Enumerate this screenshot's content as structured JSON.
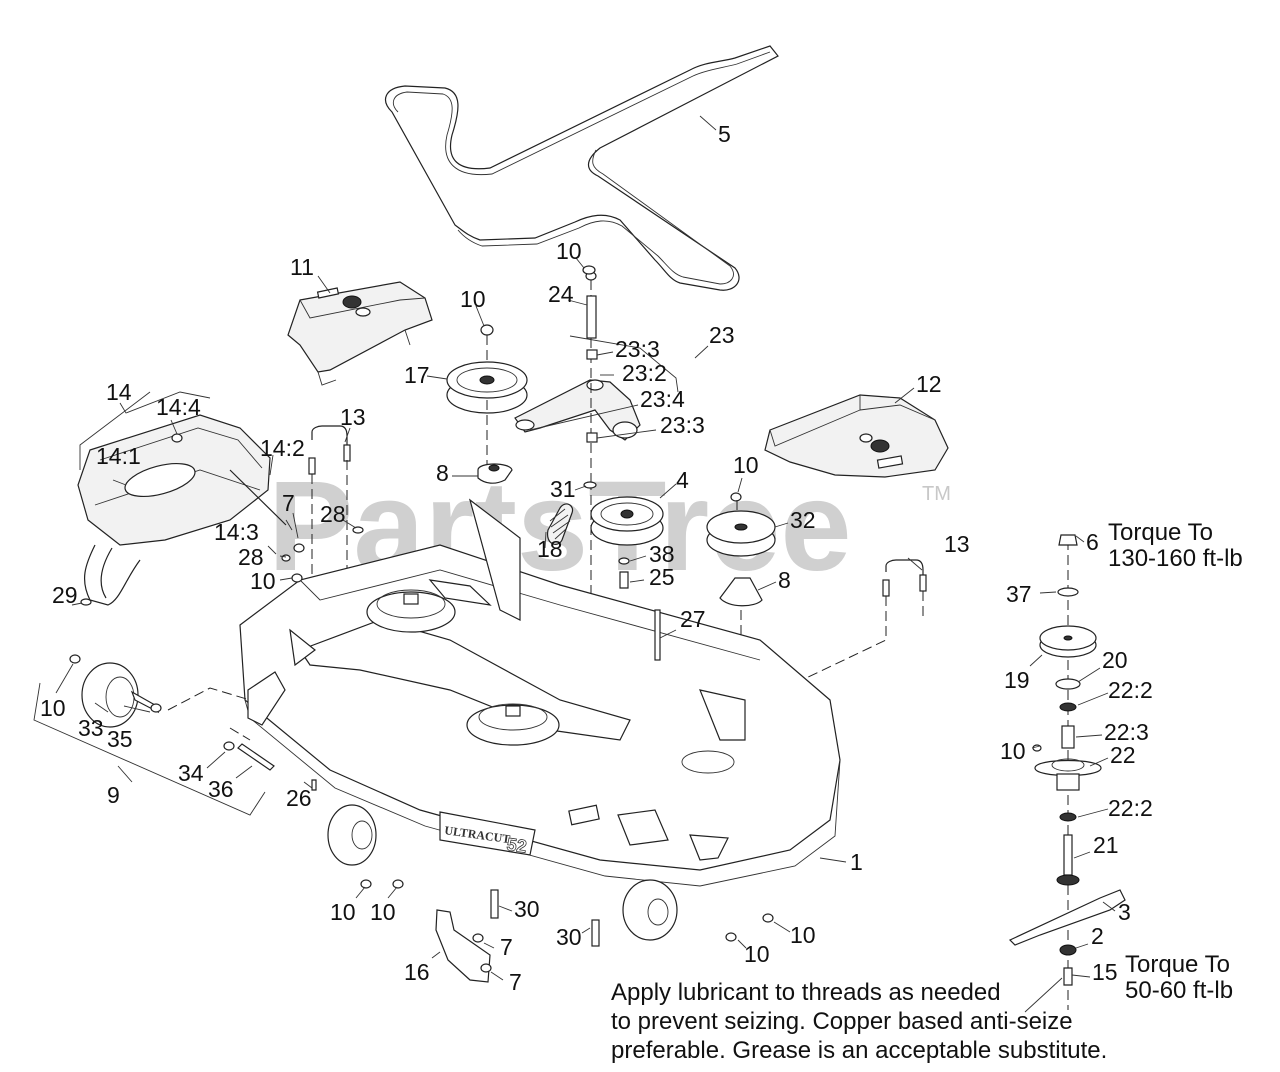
{
  "watermark": {
    "text": "PartsTree",
    "trademark": "TM",
    "color": "#c8c8c8"
  },
  "deck_decal": {
    "brand": "ULTRACUT",
    "size": "52"
  },
  "callouts": [
    {
      "id": "c5",
      "label": "5"
    },
    {
      "id": "c11",
      "label": "11"
    },
    {
      "id": "c10a",
      "label": "10"
    },
    {
      "id": "c10b",
      "label": "10"
    },
    {
      "id": "c24",
      "label": "24"
    },
    {
      "id": "c23",
      "label": "23"
    },
    {
      "id": "c23_3a",
      "label": "23:3"
    },
    {
      "id": "c23_2",
      "label": "23:2"
    },
    {
      "id": "c23_4",
      "label": "23:4"
    },
    {
      "id": "c23_3b",
      "label": "23:3"
    },
    {
      "id": "c17",
      "label": "17"
    },
    {
      "id": "c12",
      "label": "12"
    },
    {
      "id": "c14",
      "label": "14"
    },
    {
      "id": "c14_4",
      "label": "14:4"
    },
    {
      "id": "c14_1",
      "label": "14:1"
    },
    {
      "id": "c14_2",
      "label": "14:2"
    },
    {
      "id": "c14_3",
      "label": "14:3"
    },
    {
      "id": "c13a",
      "label": "13"
    },
    {
      "id": "c13b",
      "label": "13"
    },
    {
      "id": "c8a",
      "label": "8"
    },
    {
      "id": "c8b",
      "label": "8"
    },
    {
      "id": "c31",
      "label": "31"
    },
    {
      "id": "c4",
      "label": "4"
    },
    {
      "id": "c10c",
      "label": "10"
    },
    {
      "id": "c32",
      "label": "32"
    },
    {
      "id": "c18",
      "label": "18"
    },
    {
      "id": "c38",
      "label": "38"
    },
    {
      "id": "c25",
      "label": "25"
    },
    {
      "id": "c27",
      "label": "27"
    },
    {
      "id": "c7a",
      "label": "7"
    },
    {
      "id": "c28a",
      "label": "28"
    },
    {
      "id": "c28b",
      "label": "28"
    },
    {
      "id": "c10d",
      "label": "10"
    },
    {
      "id": "c29",
      "label": "29"
    },
    {
      "id": "c10e",
      "label": "10"
    },
    {
      "id": "c33",
      "label": "33"
    },
    {
      "id": "c35",
      "label": "35"
    },
    {
      "id": "c34",
      "label": "34"
    },
    {
      "id": "c36",
      "label": "36"
    },
    {
      "id": "c9",
      "label": "9"
    },
    {
      "id": "c26",
      "label": "26"
    },
    {
      "id": "c1",
      "label": "1"
    },
    {
      "id": "c10f",
      "label": "10"
    },
    {
      "id": "c10g",
      "label": "10"
    },
    {
      "id": "c30a",
      "label": "30"
    },
    {
      "id": "c30b",
      "label": "30"
    },
    {
      "id": "c7b",
      "label": "7"
    },
    {
      "id": "c7c",
      "label": "7"
    },
    {
      "id": "c16",
      "label": "16"
    },
    {
      "id": "c10h",
      "label": "10"
    },
    {
      "id": "c10i",
      "label": "10"
    },
    {
      "id": "c6",
      "label": "6"
    },
    {
      "id": "c37",
      "label": "37"
    },
    {
      "id": "c19",
      "label": "19"
    },
    {
      "id": "c20",
      "label": "20"
    },
    {
      "id": "c22_2a",
      "label": "22:2"
    },
    {
      "id": "c22_3",
      "label": "22:3"
    },
    {
      "id": "c10j",
      "label": "10"
    },
    {
      "id": "c22",
      "label": "22"
    },
    {
      "id": "c22_2b",
      "label": "22:2"
    },
    {
      "id": "c21",
      "label": "21"
    },
    {
      "id": "c3",
      "label": "3"
    },
    {
      "id": "c2",
      "label": "2"
    },
    {
      "id": "c15",
      "label": "15"
    }
  ],
  "torque_notes": {
    "spindle_nut": {
      "line1": "Torque To",
      "line2": "130-160 ft-lb"
    },
    "blade_bolt": {
      "line1": "Torque To",
      "line2": "50-60 ft-lb"
    }
  },
  "lubricant_note": {
    "line1": "Apply lubricant to threads as needed",
    "line2": "to prevent seizing. Copper based anti-seize",
    "line3": "preferable. Grease is an acceptable substitute."
  }
}
